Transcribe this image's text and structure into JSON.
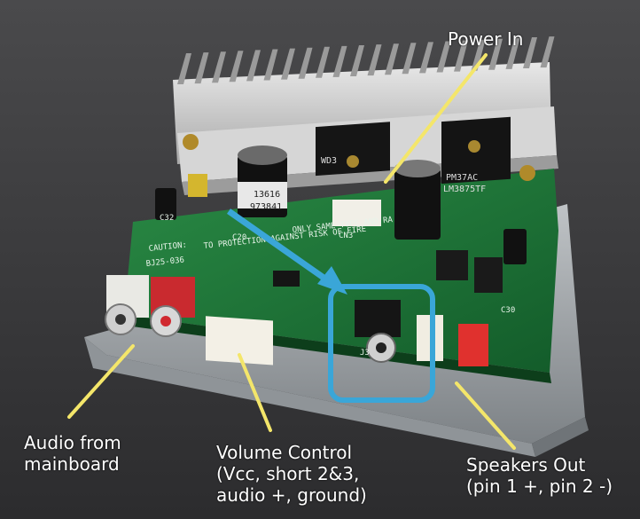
{
  "labels": {
    "power_in": {
      "lines": [
        "Power In"
      ]
    },
    "audio": {
      "lines": [
        "Audio from",
        "mainboard"
      ]
    },
    "volume": {
      "lines": [
        "Volume Control",
        "(Vcc, short 2&3,",
        "audio +, ground)"
      ]
    },
    "speakers": {
      "lines": [
        "Speakers Out",
        "(pin 1 +, pin 2 -)"
      ]
    }
  },
  "board_print": {
    "caution": "CAUTION:",
    "model": "BJ25-036",
    "protection": "TO PROTECTION AGAINST RISK OF FIRE",
    "same_type": "ONLY SAME TYPE AND RA",
    "cap_text": "13616",
    "cap_text2": "973841",
    "cn3": "CN3",
    "ic1": "PM37AC",
    "ic2": "LM3875TF",
    "j3": "J3",
    "c30": "C30",
    "c20": "C20",
    "c32": "C32",
    "wd": "WD3"
  },
  "colors": {
    "annotation_line": "#f4e66a",
    "highlight": "#3aa6d8",
    "pcb": "#1f7a3a",
    "heatsink": "#c9c9c9",
    "rca_red": "#d0282f",
    "connector_red": "#e0312e"
  }
}
